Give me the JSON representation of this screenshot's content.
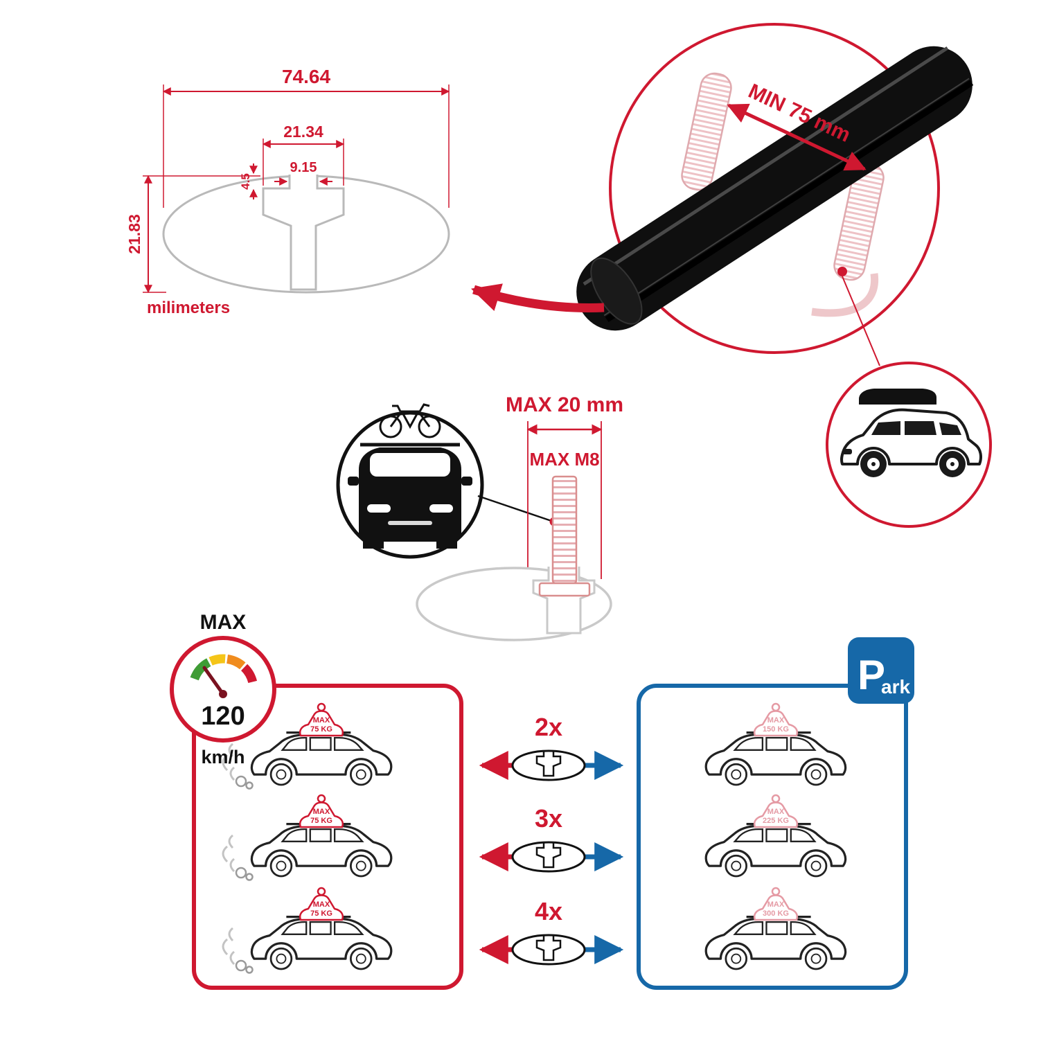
{
  "colors": {
    "red": "#cf1830",
    "blue": "#1668a8",
    "black": "#111111",
    "grey": "#b9b9b9",
    "faded_pink": "#e59aa4"
  },
  "dimension_diagram": {
    "total_width": "74.64",
    "cavity_width": "21.34",
    "slot_width": "9.15",
    "slot_depth": "4.5",
    "total_height": "21.83",
    "units": "milimeters"
  },
  "bar_detail": {
    "min_clamp_label": "MIN 75 mm"
  },
  "bolt": {
    "max_width": "MAX 20 mm",
    "max_thread": "MAX M8"
  },
  "speed_limit": {
    "title": "MAX",
    "value": "120",
    "unit": "km/h"
  },
  "park_sign": {
    "letter": "P",
    "suffix": "ark"
  },
  "load_table": {
    "rows": [
      {
        "qty": "2x",
        "left": {
          "l1": "MAX",
          "l2": "75 KG"
        },
        "right": {
          "l1": "MAX",
          "l2": "150 KG"
        }
      },
      {
        "qty": "3x",
        "left": {
          "l1": "MAX",
          "l2": "75 KG"
        },
        "right": {
          "l1": "MAX",
          "l2": "225 KG"
        }
      },
      {
        "qty": "4x",
        "left": {
          "l1": "MAX",
          "l2": "75 KG"
        },
        "right": {
          "l1": "MAX",
          "l2": "300 KG"
        }
      }
    ]
  }
}
